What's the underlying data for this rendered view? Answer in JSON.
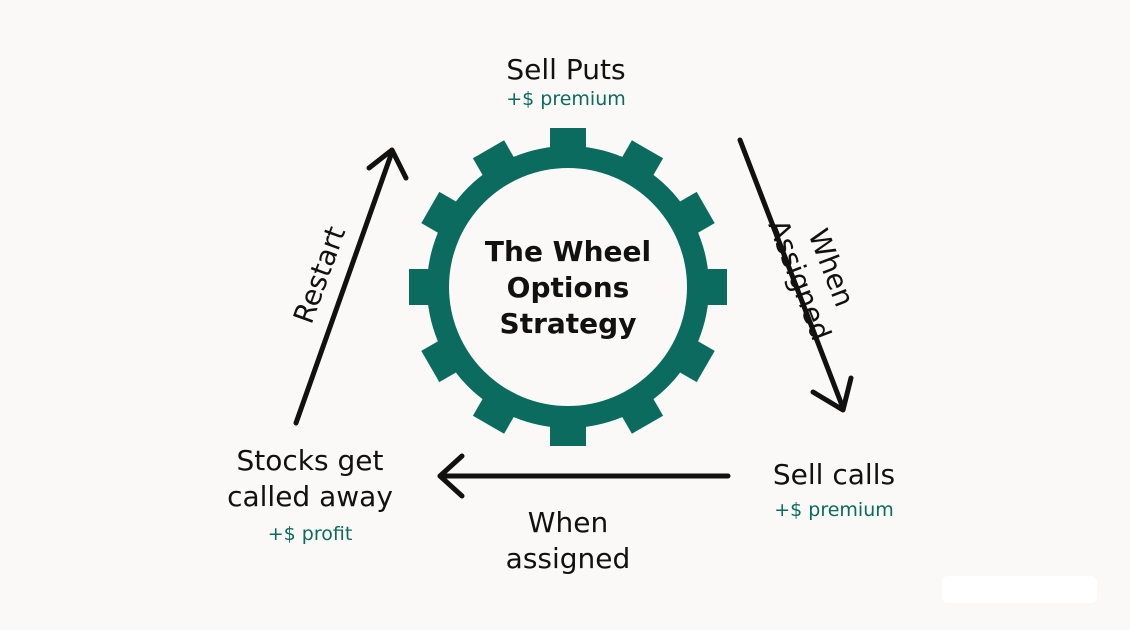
{
  "colors": {
    "accent": "#0b6b5e",
    "background": "#faf9f7",
    "arrow": "#111111"
  },
  "center": {
    "lines": [
      "The Wheel",
      "Options",
      "Strategy"
    ]
  },
  "nodes": {
    "sell_puts": {
      "label": "Sell Puts",
      "note": "+$ premium"
    },
    "sell_calls": {
      "label": "Sell calls",
      "note": "+$ premium"
    },
    "called_away": {
      "label_1": "Stocks get",
      "label_2": "called away",
      "note": "+$ profit"
    }
  },
  "edges": {
    "when_assigned_right": {
      "line_1": "When",
      "line_2": "Assigned"
    },
    "when_assigned_bottom": {
      "line_1": "When",
      "line_2": "assigned"
    },
    "restart": {
      "label": "Restart"
    }
  }
}
